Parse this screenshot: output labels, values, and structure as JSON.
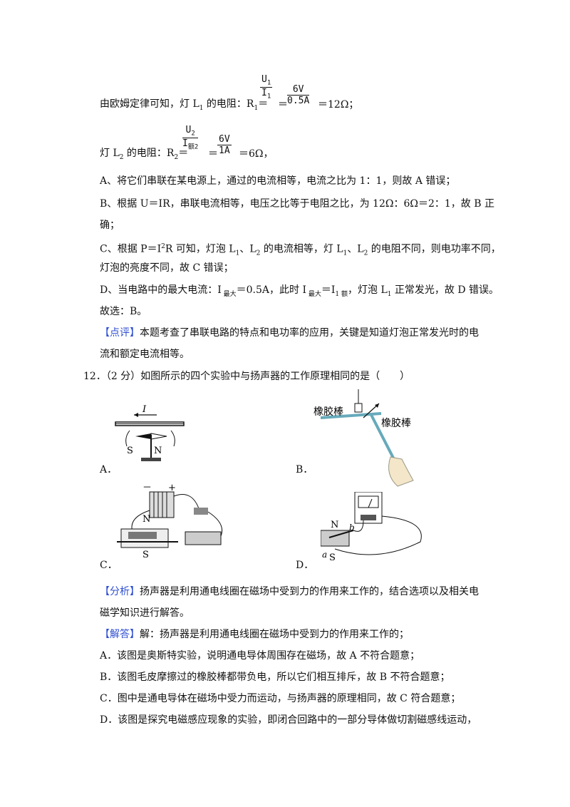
{
  "lines": {
    "r1_prefix": "由欧姆定律可知，灯 L",
    "r1_sub": "1",
    "r1_mid": " 的电阻：R",
    "r1_rsub": "1",
    "r1_eq": "＝",
    "r1_eq2": "＝",
    "r1_result": "＝12Ω；",
    "r1_frac1_num": "U",
    "r1_frac1_num_sub": "1",
    "r1_frac1_den": "I",
    "r1_frac1_den_sub": "1",
    "r1_frac2_num": "6V",
    "r1_frac2_den": "0.5A",
    "r2_prefix": "灯 L",
    "r2_sub": "2",
    "r2_mid": " 的电阻：R",
    "r2_rsub": "2",
    "r2_eq": "＝",
    "r2_eq2": "＝",
    "r2_result": "＝6Ω，",
    "r2_frac1_num": "U",
    "r2_frac1_num_sub": "2",
    "r2_frac1_den": "I",
    "r2_frac1_den_sub": "额2",
    "r2_frac2_num": "6V",
    "r2_frac2_den": "1A",
    "a_line": "A、将它们串联在某电源上，通过的电流相等，电流之比为 1：1，则故 A 错误；",
    "b_line1": "B、根据 U＝IR，串联电流相等，电压之比等于电阻之比，为 12Ω：6Ω＝2：1，故 B 正",
    "b_line2": "确；",
    "c_line1_a": "C、根据 P＝I",
    "c_line1_sup": "2",
    "c_line1_b": "R 可知，灯泡 L",
    "c_line1_s1": "1",
    "c_line1_c": "、L",
    "c_line1_s2": "2",
    "c_line1_d": " 的电流相等，灯 L",
    "c_line1_s3": "1",
    "c_line1_e": "、L",
    "c_line1_s4": "2",
    "c_line1_f": " 的电阻不同，则电功率不同，",
    "c_line2": "灯泡的亮度不同，故 C 错误；",
    "d_line_a": "D、当电路中的最大电流：I",
    "d_line_s1": " 最大",
    "d_line_b": "＝0.5A，此时 I",
    "d_line_s2": " 最大",
    "d_line_c": "＝I",
    "d_line_s3": "1 额",
    "d_line_d": "，灯泡 L",
    "d_line_s4": "1",
    "d_line_e": " 正常发光，故 D 错误。",
    "choice": "故选：B。",
    "review_tag": "【点评】",
    "review_text1": "本题考查了串联电路的特点和电功率的应用，关键是知道灯泡正常发光时的电",
    "review_text2": "流和额定电流相等。"
  },
  "question": {
    "number": "12．",
    "text": "（2 分）如图所示的四个实验中与扬声器的工作原理相同的是（　　）"
  },
  "figures": {
    "A": {
      "label": "A．",
      "current": "I",
      "s": "S",
      "n": "N"
    },
    "B": {
      "label": "B．",
      "rod1": "橡胶棒",
      "rod2": "橡胶棒"
    },
    "C": {
      "label": "C．",
      "minus": "－",
      "plus": "+",
      "n": "N",
      "s": "S"
    },
    "D": {
      "label": "D．",
      "n": "N",
      "s": "S",
      "a": "a",
      "b": "b"
    }
  },
  "analysis": {
    "tag": "【分析】",
    "text1": "扬声器是利用通电线圈在磁场中受到力的作用来工作的，结合选项以及相关电",
    "text2": "磁学知识进行解答。"
  },
  "answer": {
    "tag": "【解答】",
    "text": "解：扬声器是利用通电线圈在磁场中受到力的作用来工作的；",
    "a": "A．该图是奥斯特实验，说明通电导体周围存在磁场，故 A 不符合题意；",
    "b": "B．该图毛皮摩擦过的橡胶棒都带负电，所以它们相互排斥，故 B 不符合题意；",
    "c": "C．图中是通电导体在磁场中受力而运动，与扬声器的原理相同，故 C 符合题意；",
    "d": "D．该图是探究电磁感应现象的实验，即闭合回路中的一部分导体做切割磁感线运动，"
  },
  "colors": {
    "tag": "#2f4fd1",
    "text": "#111111"
  }
}
